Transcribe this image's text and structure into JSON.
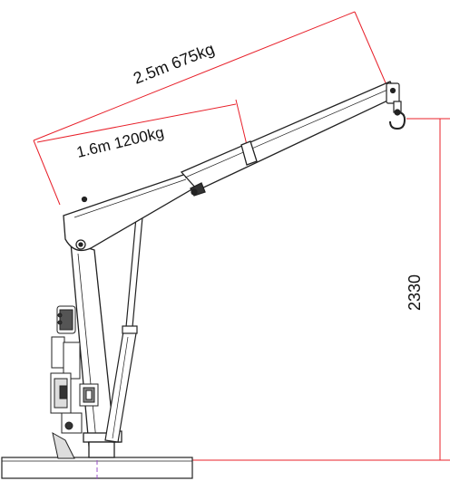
{
  "diagram": {
    "dimension_color": "#e8202a",
    "line_color": "#222222",
    "labels": {
      "outer_reach": "2.5m 675kg",
      "inner_reach": "1.6m 1200kg",
      "hook_height": "2330"
    }
  }
}
